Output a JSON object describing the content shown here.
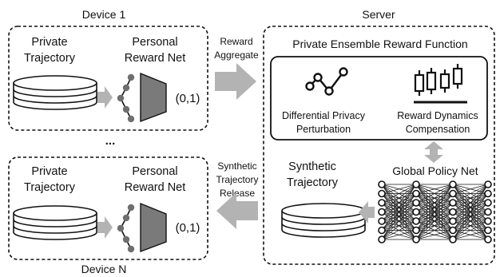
{
  "device_top": {
    "title": "Device 1",
    "private_trajectory": [
      "Private",
      "Trajectory"
    ],
    "personal_reward_net": [
      "Personal",
      "Reward Net"
    ],
    "output": "(0,1)"
  },
  "ellipsis": "...",
  "device_bottom": {
    "title": "Device N",
    "private_trajectory": [
      "Private",
      "Trajectory"
    ],
    "personal_reward_net": [
      "Personal",
      "Reward Net"
    ],
    "output": "(0,1)"
  },
  "arrows": {
    "reward_aggregate": [
      "Reward",
      "Aggregate"
    ],
    "synthetic_release": [
      "Synthetic",
      "Trajectory",
      "Release"
    ]
  },
  "server": {
    "title": "Server",
    "ensemble_title": "Private Ensemble Reward Function",
    "dp_label": [
      "Differential Privacy",
      "Perturbation"
    ],
    "rdc_label": [
      "Reward Dynamics",
      "Compensation"
    ],
    "synthetic_trajectory": [
      "Synthetic",
      "Trajectory"
    ],
    "global_policy_net": "Global Policy Net"
  },
  "colors": {
    "arrow": "#b3b3b3",
    "db_fill": "#ffffff",
    "net_grey": "#7a7a7a",
    "node_fill": "#6f6f6f",
    "stroke": "#111111"
  }
}
